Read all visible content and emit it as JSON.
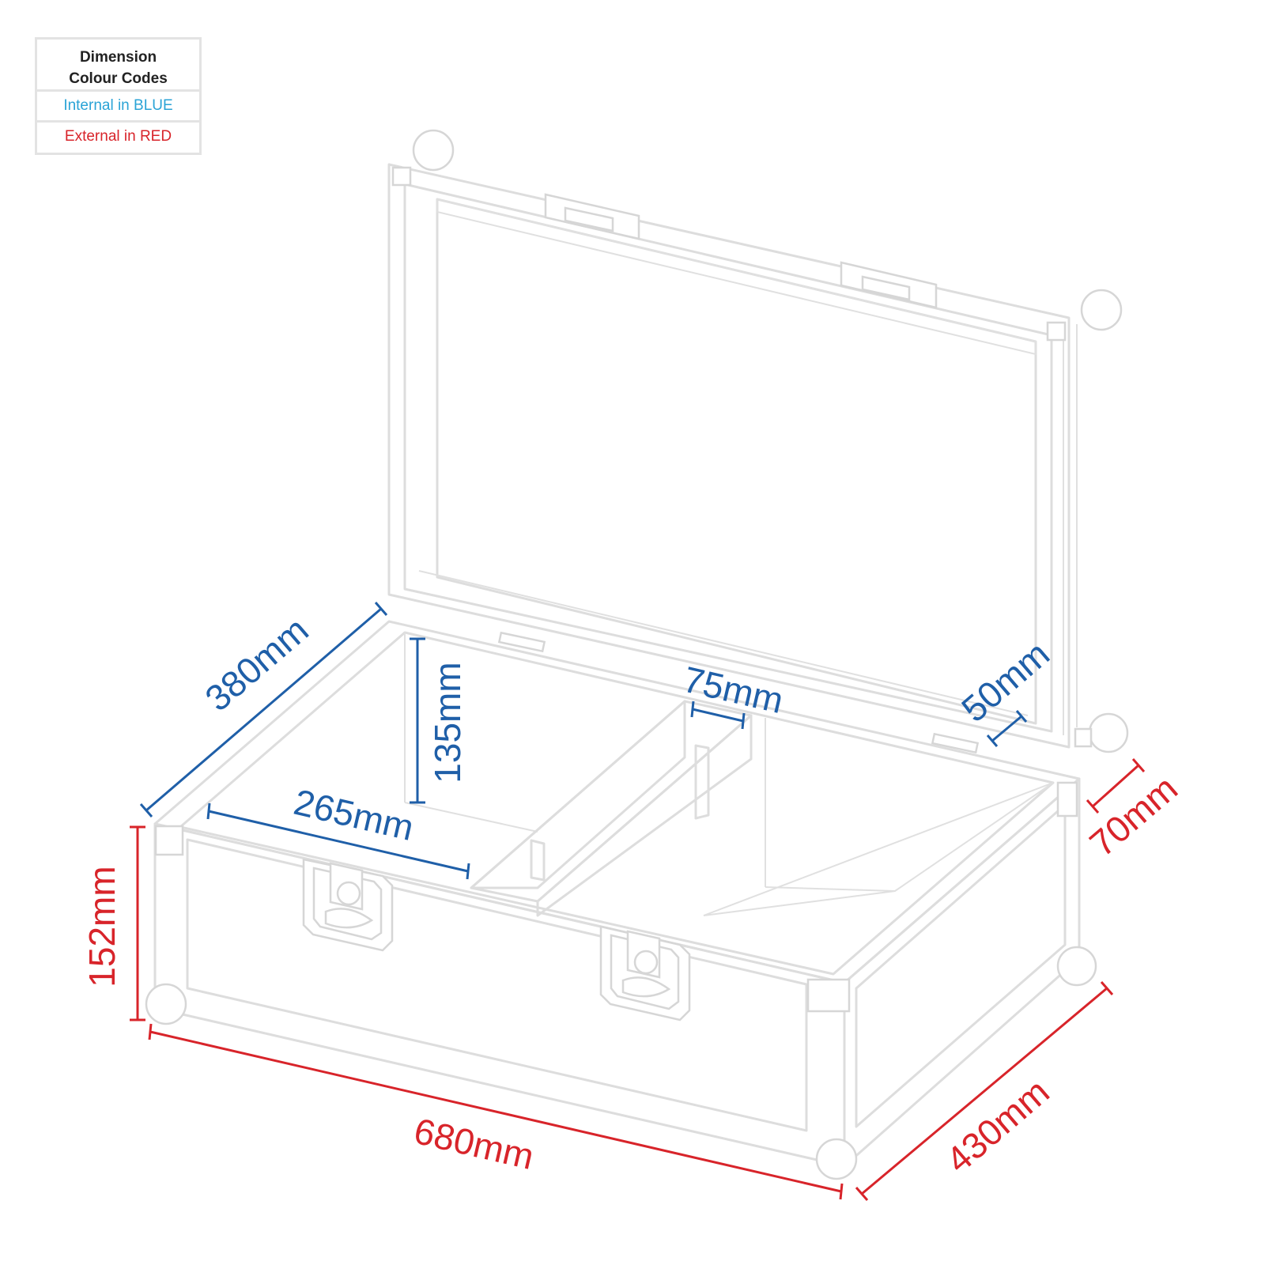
{
  "legend": {
    "title": "Dimension Colour Codes",
    "title_line1": "Dimension",
    "title_line2": "Colour Codes",
    "internal": "Internal in BLUE",
    "external": "External in RED"
  },
  "colors": {
    "internal": "#1f5fa8",
    "internal_legend": "#2aa3d6",
    "external": "#d8242a",
    "outline": "#dddddd"
  },
  "dimensions": {
    "internal": {
      "length": "380mm",
      "width": "265mm",
      "height": "135mm",
      "divider_gap": "75mm",
      "lid_depth": "50mm"
    },
    "external": {
      "length": "680mm",
      "width": "430mm",
      "height": "152mm",
      "lid_height": "70mm"
    }
  }
}
